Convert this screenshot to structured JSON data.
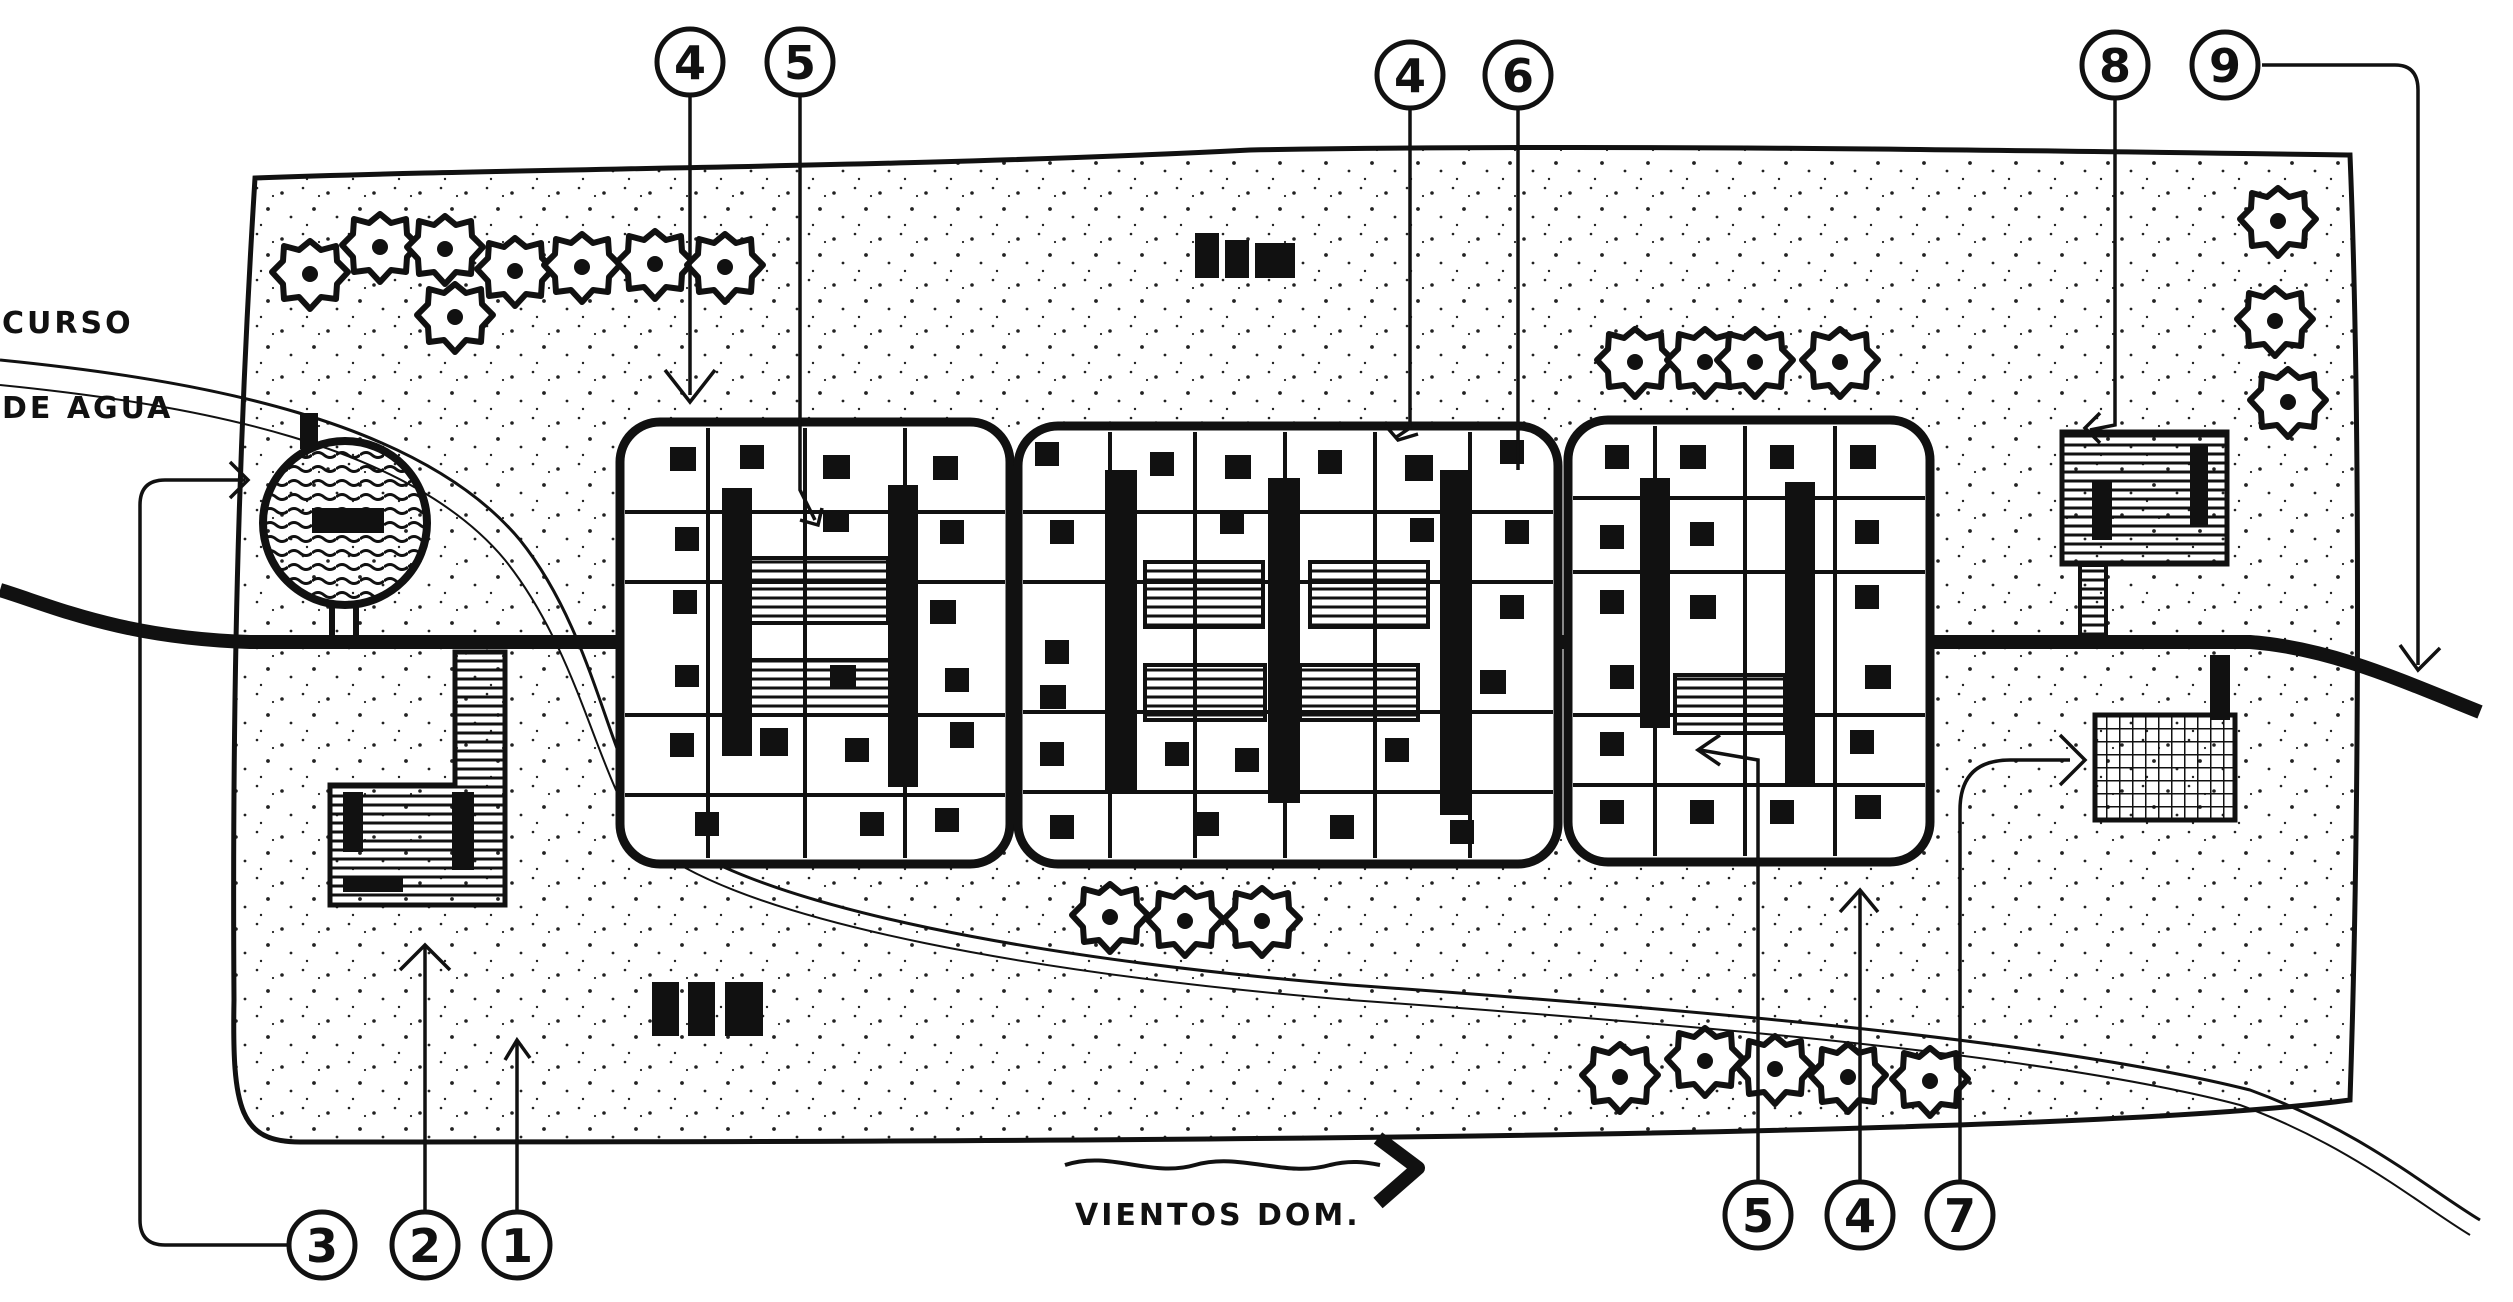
{
  "labels": {
    "water_course_line1": "CURSO",
    "water_course_line2": "DE AGUA",
    "winds": "VIENTOS DOM."
  },
  "callouts": [
    "4",
    "5",
    "4",
    "6",
    "8",
    "9",
    "3",
    "2",
    "1",
    "5",
    "4",
    "7"
  ],
  "colors": {
    "ink": "#111111",
    "paper": "#ffffff"
  }
}
